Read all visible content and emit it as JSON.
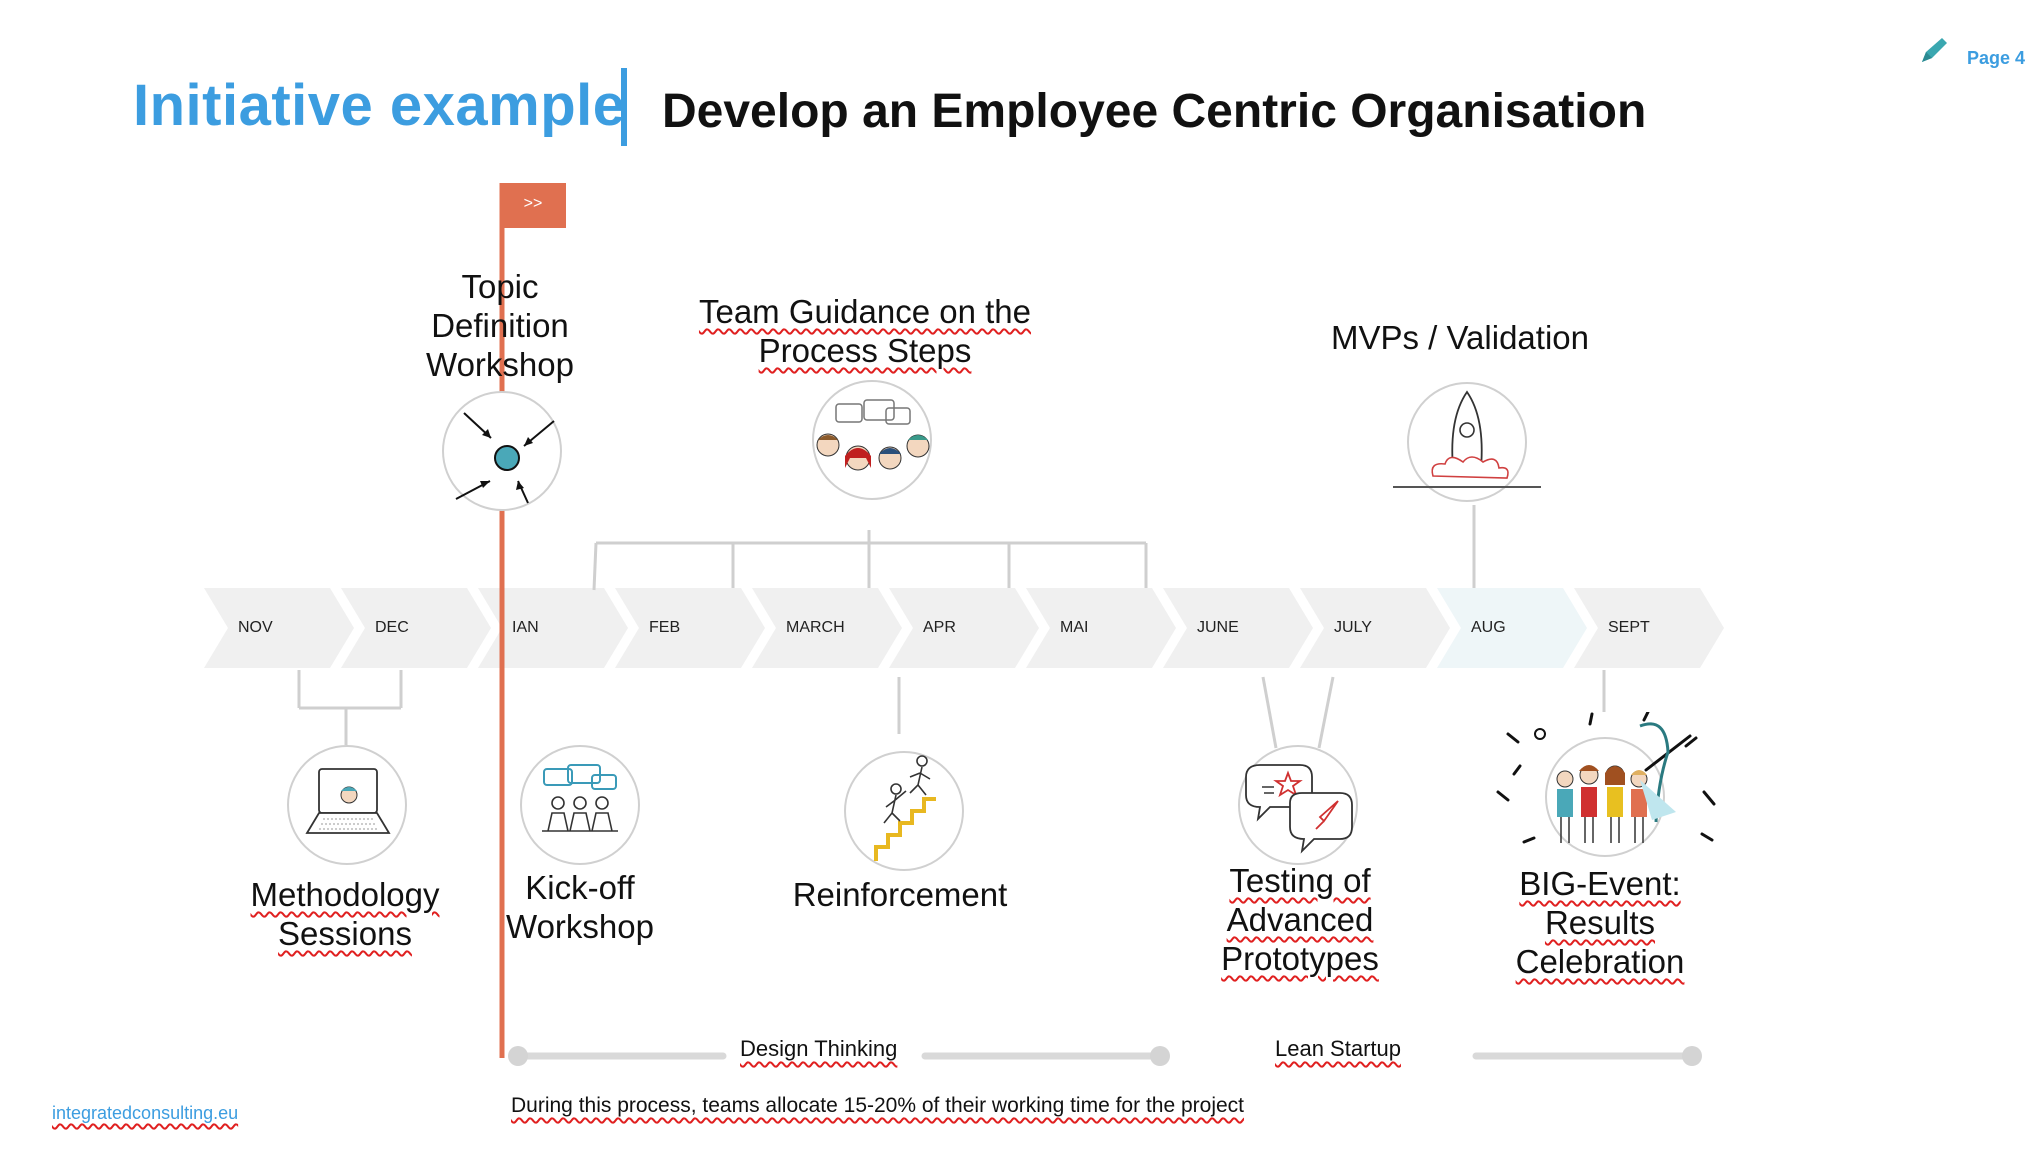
{
  "header": {
    "title_left": "Initiative example",
    "title_right": "Develop an Employee Centric Organisation",
    "page_label": "Page 4"
  },
  "timeline": {
    "months": [
      "NOV",
      "DEC",
      "IAN",
      "FEB",
      "MARCH",
      "APR",
      "MAI",
      "JUNE",
      "JULY",
      "AUG",
      "SEPT"
    ],
    "highlighted_month": "AUG",
    "marker_flag": ">>"
  },
  "milestones": {
    "topic_definition": "Topic Definition Workshop",
    "team_guidance": "Team Guidance on the Process Steps",
    "mvps": "MVPs / Validation",
    "methodology": "Methodology Sessions",
    "kickoff": "Kick-off Workshop",
    "reinforcement": "Reinforcement",
    "testing": "Testing of Advanced Prototypes",
    "big_event": "BIG-Event: Results Celebration"
  },
  "phases": {
    "design_thinking": "Design Thinking",
    "lean_startup": "Lean Startup"
  },
  "footer": {
    "note": "During this process, teams allocate 15-20% of their working time for the project",
    "website": "integratedconsulting.eu"
  },
  "colors": {
    "accent_blue": "#3c9de0",
    "marker_orange": "#e07050",
    "chevron_grey": "#f0f0f0",
    "chevron_highlight": "#eef6f8"
  }
}
